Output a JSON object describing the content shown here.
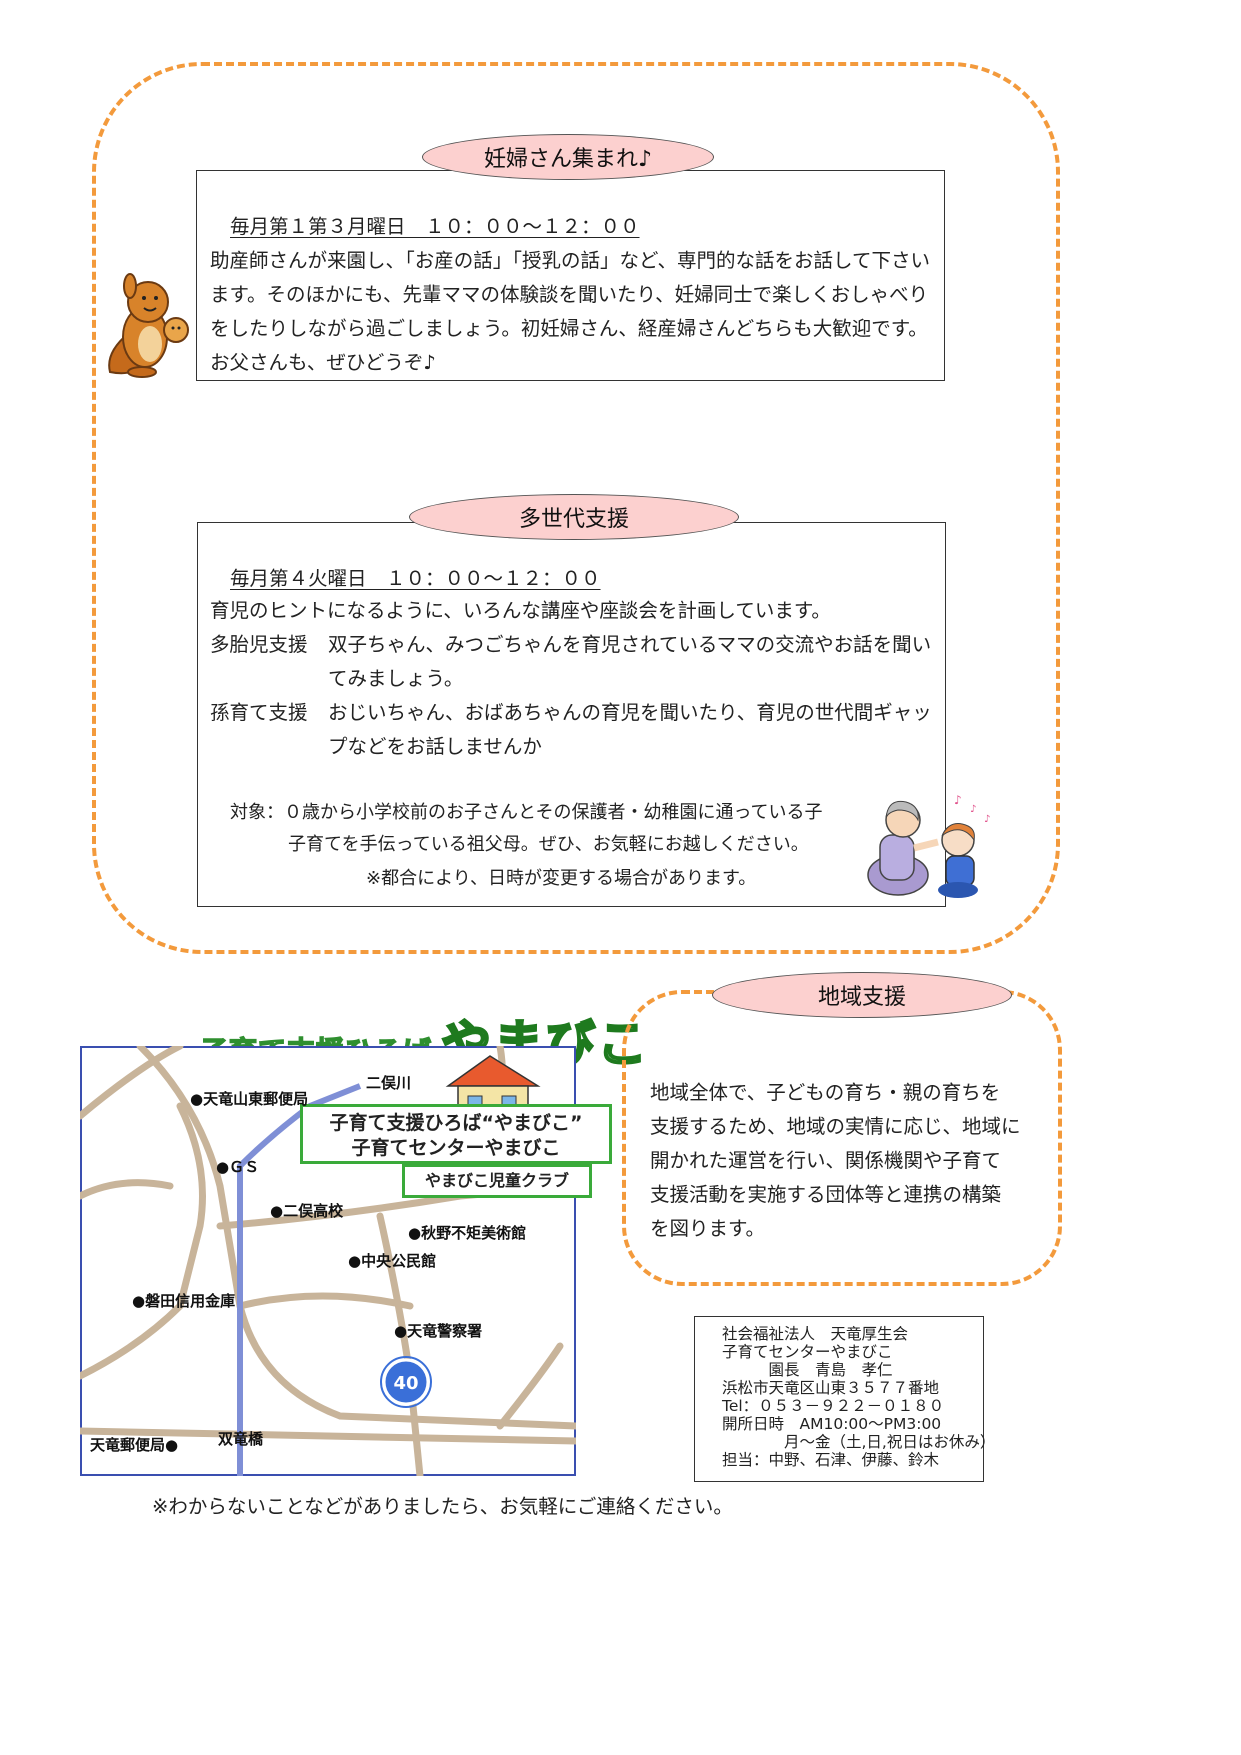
{
  "section1": {
    "title": "妊婦さん集まれ♪",
    "schedule": "毎月第１第３月曜日　１０：００～１２：００",
    "lines": [
      "助産師さんが来園し、「お産の話」「授乳の話」など、専門的な話をお話して下さい",
      "ます。そのほかにも、先輩ママの体験談を聞いたり、妊婦同士で楽しくおしゃべり",
      "をしたりしながら過ごしましょう。初妊婦さん、経産婦さんどちらも大歓迎です。",
      "お父さんも、ぜひどうぞ♪"
    ]
  },
  "section2": {
    "title": "多世代支援",
    "schedule": "毎月第４火曜日　１０：００～１２：００",
    "intro": "育児のヒントになるように、いろんな講座や座談会を計画しています。",
    "item1_label": "多胎児支援",
    "item1_line1": "双子ちゃん、みつごちゃんを育児されているママの交流やお話を聞い",
    "item1_line2": "てみましょう。",
    "item2_label": "孫育て支援",
    "item2_line1": "おじいちゃん、おばあちゃんの育児を聞いたり、育児の世代間ギャッ",
    "item2_line2": "プなどをお話しませんか",
    "target_line1": "対象：０歳から小学校前のお子さんとその保護者・幼稚園に通っている子",
    "target_line2": "子育てを手伝っている祖父母。ぜひ、お気軽にお越しください。",
    "note": "※都合により、日時が変更する場合があります。"
  },
  "section3": {
    "title": "地域支援",
    "lines": [
      "地域全体で、子どもの育ち・親の育ちを",
      "支援するため、地域の実情に応じ、地域に",
      "開かれた運営を行い、関係機関や子育て",
      "支援活動を実施する団体等と連携の構築",
      "を図ります。"
    ]
  },
  "map": {
    "header_small": "子育て支援ひろば",
    "header_big": "やまびこ",
    "box_line1": "子育て支援ひろば“やまびこ”",
    "box_line2": "子育てセンターやまびこ",
    "club": "やまびこ児童クラブ",
    "labels": {
      "post_east": "●天竜山東郵便局",
      "river": "二俣川",
      "gs": "●ＧＳ",
      "highschool": "●二俣高校",
      "museum": "●秋野不矩美術館",
      "community": "●中央公民館",
      "bank": "●磐田信用金庫",
      "police": "●天竜警察署",
      "post_tenryu": "天竜郵便局●",
      "bridge": "双竜橋"
    },
    "route": "40"
  },
  "contact": {
    "lines": [
      "社会福祉法人　天竜厚生会",
      "子育てセンターやまびこ",
      "　　　園長　青島　孝仁",
      "浜松市天竜区山東３５７７番地",
      "Tel：０５３－９２２－０１８０",
      "開所日時　AM10:00～PM3:00",
      "　　　　月～金（土,日,祝日はお休み）",
      "担当：中野、石津、伊藤、鈴木"
    ]
  },
  "footer": "※わからないことなどがありましたら、お気軽にご連絡ください。",
  "colors": {
    "frame": "#f39a3c",
    "pill": "#fcd0cf",
    "map_road": "#c8b49a",
    "map_river": "#7f8fd6",
    "map_green": "#3aaa3a"
  }
}
